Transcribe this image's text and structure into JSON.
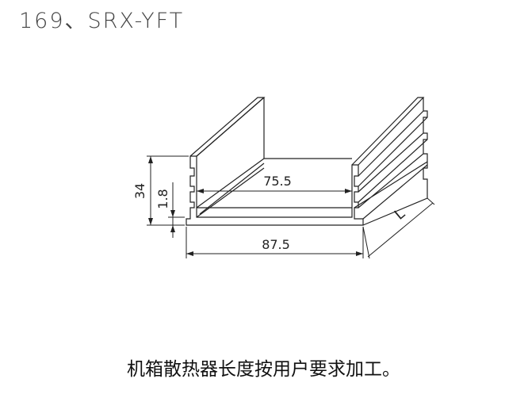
{
  "title": "169、SRX-YFT",
  "dimensions": {
    "height": "34",
    "base_thickness": "1.8",
    "inner_width": "75.5",
    "outer_width": "87.5",
    "length_label": "L"
  },
  "note": "机箱散热器长度按用户要求加工。"
}
